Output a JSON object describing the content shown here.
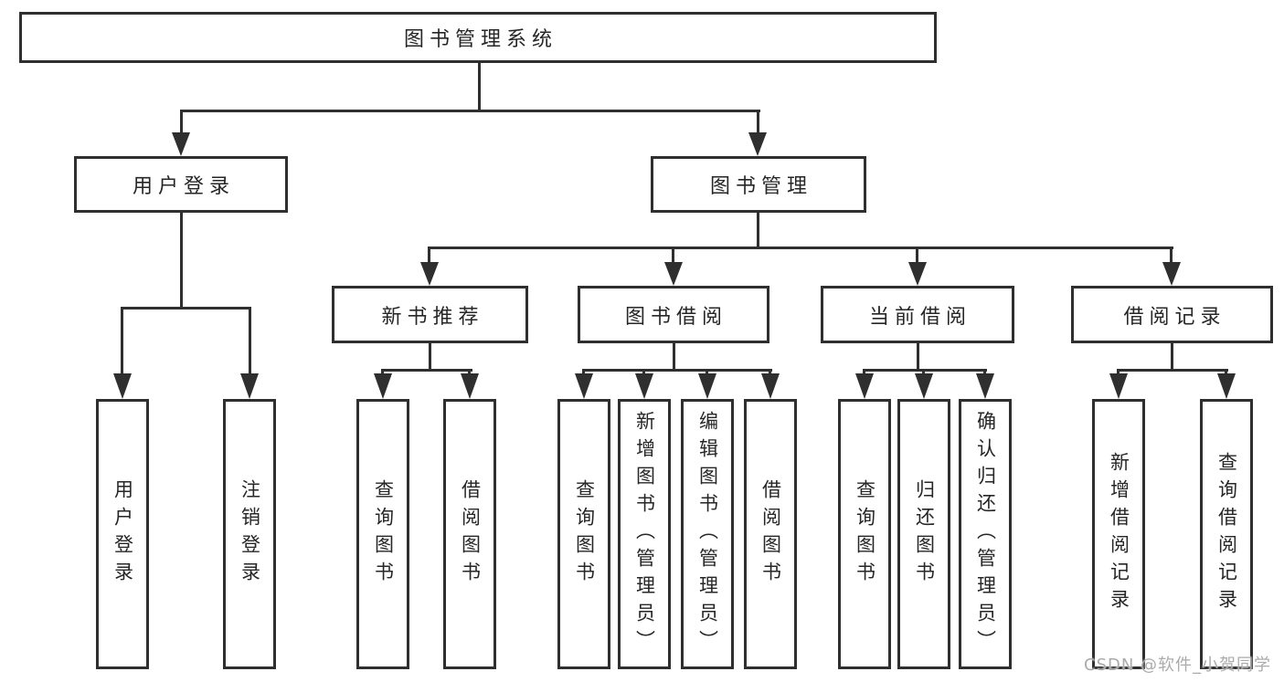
{
  "tree": {
    "root": {
      "label": "图书管理系统"
    },
    "branches": [
      {
        "label": "用户登录",
        "children": [
          {
            "label": "用户登录"
          },
          {
            "label": "注销登录"
          }
        ]
      },
      {
        "label": "图书管理",
        "children": [
          {
            "label": "新书推荐",
            "children": [
              {
                "label": "查询图书"
              },
              {
                "label": "借阅图书"
              }
            ]
          },
          {
            "label": "图书借阅",
            "children": [
              {
                "label": "查询图书"
              },
              {
                "label": "新增图书（管理员）"
              },
              {
                "label": "编辑图书（管理员）"
              },
              {
                "label": "借阅图书"
              }
            ]
          },
          {
            "label": "当前借阅",
            "children": [
              {
                "label": "查询图书"
              },
              {
                "label": "归还图书"
              },
              {
                "label": "确认归还（管理员）"
              }
            ]
          },
          {
            "label": "借阅记录",
            "children": [
              {
                "label": "新增借阅记录"
              },
              {
                "label": "查询借阅记录"
              }
            ]
          }
        ]
      }
    ]
  },
  "watermark": {
    "text": "CSDN @软件_小贺同学"
  },
  "colors": {
    "line": "#2f2f2f",
    "text": "#262626",
    "watermark": "#ababab",
    "bg": "#ffffff"
  }
}
